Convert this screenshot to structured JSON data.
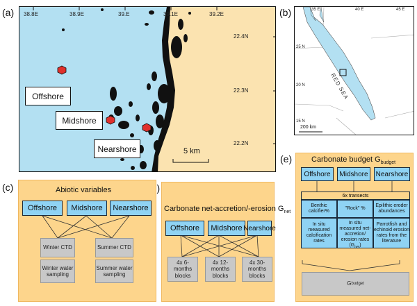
{
  "panels": {
    "a": "(a)",
    "b": "(b)",
    "c": "(c)",
    "d": "(d)",
    "e": "(e)"
  },
  "map_a": {
    "lon_ticks": [
      "38.8E",
      "38.9E",
      "39.E",
      "39.1E",
      "39.2E"
    ],
    "lat_ticks": [
      "22.4N",
      "22.3N",
      "22.2N"
    ],
    "labels": {
      "offshore": "Offshore",
      "midshore": "Midshore",
      "nearshore": "Nearshore"
    },
    "scale": "5 km",
    "colors": {
      "sea": "#b3e0f2",
      "land": "#fbe3b0",
      "reef": "#111111",
      "site": "#e0302c"
    }
  },
  "map_b": {
    "lon_ticks": [
      "35 E",
      "40 E",
      "45 E"
    ],
    "lat_ticks": [
      "25 N",
      "20 N",
      "15 N"
    ],
    "sea_label": "RED SEA",
    "scale": "200 km"
  },
  "panel_c": {
    "title": "Abiotic variables",
    "sites": [
      "Offshore",
      "Midshore",
      "Nearshore"
    ],
    "ctd": [
      "Winter CTD",
      "Summer CTD"
    ],
    "water": [
      "Winter water sampling",
      "Summer water sampling"
    ]
  },
  "panel_d": {
    "title": "Carbonate net-accretion/-erosion G",
    "title_sub": "net",
    "sites": [
      "Offshore",
      "Midshore",
      "Nearshore"
    ],
    "blocks": [
      "4x 6-months blocks",
      "4x 12-months blocks",
      "4x 30-months blocks"
    ]
  },
  "panel_e": {
    "title": "Carbonate budget G",
    "title_sub": "budget",
    "sites": [
      "Offshore",
      "Midshore",
      "Nearshore"
    ],
    "transects": "6x transects",
    "row1": [
      "Benthic calcifier%",
      "\"Rock\" %",
      "Epilithic eroder abundances"
    ],
    "row2a": "In situ measured calcification rates",
    "row2b": "In situ measured net-accretion/ erosion rates (G",
    "row2b_sub": "net",
    "row2b_end": ")",
    "row2c": "Parrotfish and echinoid erosion rates from the literature",
    "budget": "G",
    "budget_sub": "budget"
  },
  "colors": {
    "panel_bg": "#fdd58c",
    "site_box": "#8fd3f4",
    "grey_box": "#c8c8c8"
  }
}
